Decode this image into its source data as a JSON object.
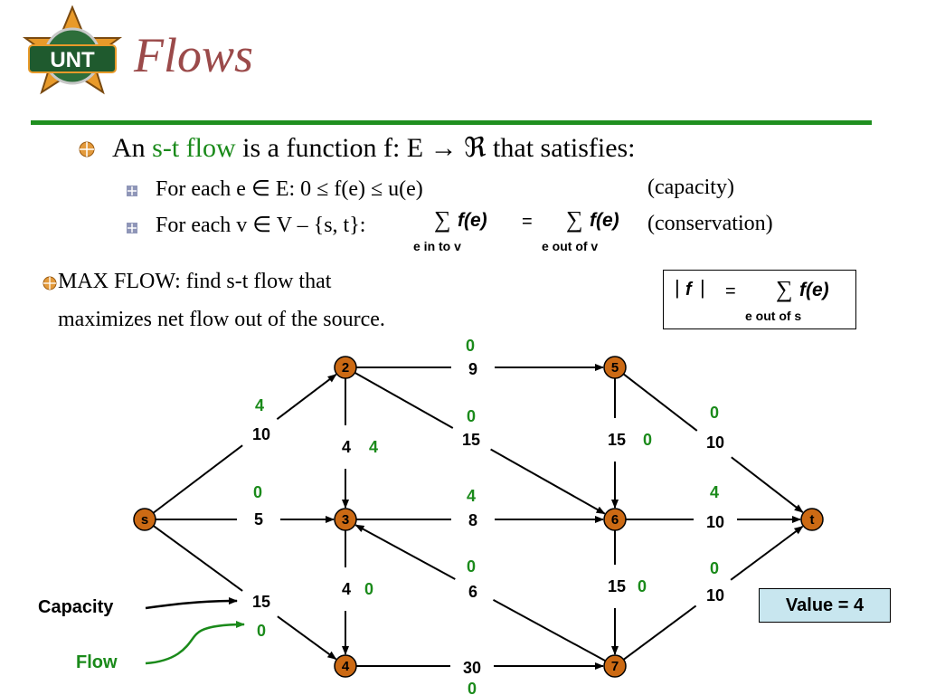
{
  "slide": {
    "title": "Flows",
    "logo_text": "UNT",
    "colors": {
      "title": "#9b4a4a",
      "rule": "#1f8f1f",
      "flow_green": "#1a8a1a",
      "node_fill": "#cc6a14",
      "value_box": "#c8e6ef"
    }
  },
  "bullets": {
    "main": {
      "prefix": "An",
      "term": "s-t flow",
      "rest": "is a function  f: E → ℜ  that satisfies:"
    },
    "sub1": {
      "text": "For each e ∈ E: 0  ≤  f(e)  ≤ u(e)",
      "tag": "(capacity)"
    },
    "sub2": {
      "text": "For each v ∈ V – {s, t}:",
      "sum_sym": "∑",
      "fe": "f(e)",
      "eq": "=",
      "under_left": "e in to v",
      "under_right": "e out of v",
      "tag": "(conservation)"
    },
    "maxflow_line1": "MAX FLOW:  find s-t flow that",
    "maxflow_line2": "maximizes net flow out of the source."
  },
  "formula_box": {
    "abs_f": "f",
    "eq": "=",
    "sum_sym": "∑",
    "fe": "f(e)",
    "under": "e out of s"
  },
  "legend": {
    "capacity_label": "Capacity",
    "flow_label": "Flow"
  },
  "value_box": "Value = 4",
  "graph": {
    "nodes": [
      {
        "id": "s",
        "label": "s"
      },
      {
        "id": "2",
        "label": "2"
      },
      {
        "id": "3",
        "label": "3"
      },
      {
        "id": "4",
        "label": "4"
      },
      {
        "id": "5",
        "label": "5"
      },
      {
        "id": "6",
        "label": "6"
      },
      {
        "id": "7",
        "label": "7"
      },
      {
        "id": "t",
        "label": "t"
      }
    ],
    "edges": [
      {
        "from": "s",
        "to": "2",
        "capacity": "10",
        "flow": "4"
      },
      {
        "from": "s",
        "to": "3",
        "capacity": "5",
        "flow": "0"
      },
      {
        "from": "s",
        "to": "4",
        "capacity": "15",
        "flow": "0"
      },
      {
        "from": "2",
        "to": "3",
        "capacity": "4",
        "flow": "4"
      },
      {
        "from": "2",
        "to": "5",
        "capacity": "9",
        "flow": "0"
      },
      {
        "from": "2",
        "to": "6",
        "capacity": "15",
        "flow": "0"
      },
      {
        "from": "3",
        "to": "4",
        "capacity": "4",
        "flow": "0"
      },
      {
        "from": "3",
        "to": "6",
        "capacity": "8",
        "flow": "4"
      },
      {
        "from": "4",
        "to": "7",
        "capacity": "30",
        "flow": "0"
      },
      {
        "from": "5",
        "to": "6",
        "capacity": "15",
        "flow": "0"
      },
      {
        "from": "5",
        "to": "t",
        "capacity": "10",
        "flow": "0"
      },
      {
        "from": "6",
        "to": "7",
        "capacity": "15",
        "flow": "0"
      },
      {
        "from": "6",
        "to": "t",
        "capacity": "10",
        "flow": "4"
      },
      {
        "from": "7",
        "to": "3",
        "capacity": "6",
        "flow": "0"
      },
      {
        "from": "7",
        "to": "t",
        "capacity": "10",
        "flow": "0"
      }
    ]
  }
}
